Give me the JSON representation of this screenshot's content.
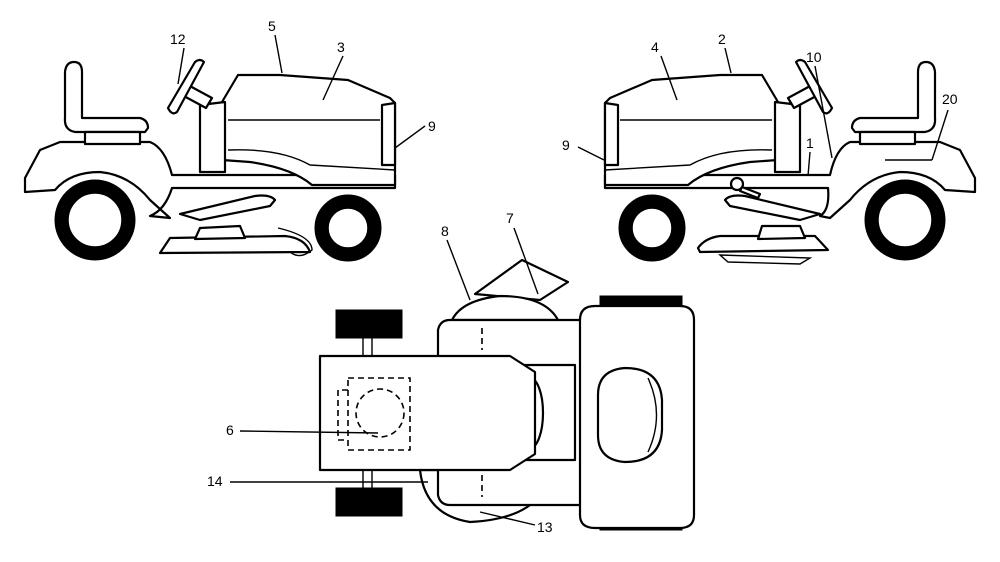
{
  "callouts": {
    "c1": "1",
    "c2": "2",
    "c3": "3",
    "c4": "4",
    "c5": "5",
    "c6": "6",
    "c7": "7",
    "c8": "8",
    "c9_left": "9",
    "c9_right": "9",
    "c10": "10",
    "c12": "12",
    "c13": "13",
    "c14": "14",
    "c20": "20"
  }
}
